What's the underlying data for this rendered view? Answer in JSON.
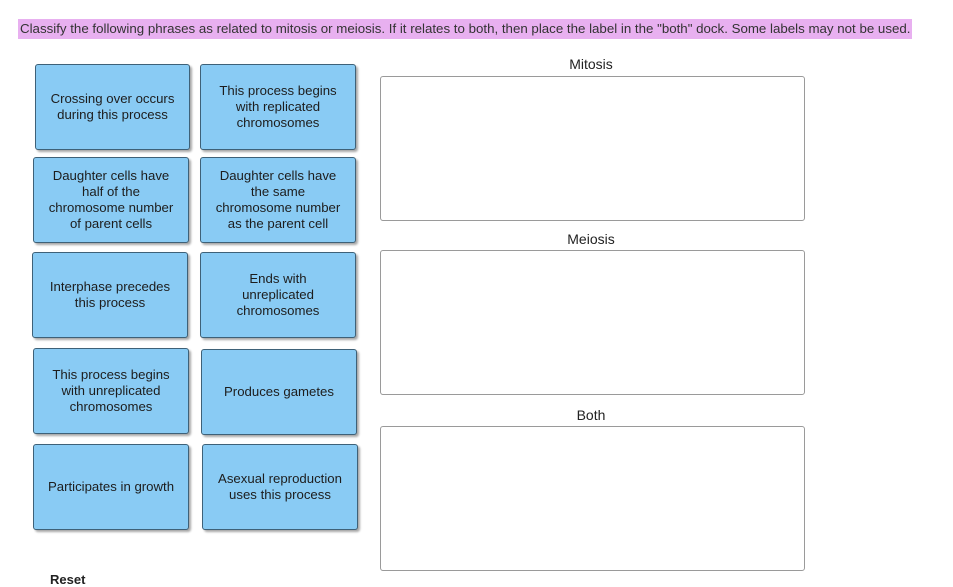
{
  "instruction": "Classify the following phrases as related to mitosis or meiosis. If it relates to both, then place the label in the \"both\" dock. Some labels may not be used.",
  "labels": [
    "Crossing over occurs\nduring this process",
    "This process begins\nwith replicated\nchromosomes",
    "Daughter cells have\nhalf of the\nchromosome number\nof parent cells",
    "Daughter cells have\nthe same\nchromosome number\nas the parent cell",
    "Interphase precedes\nthis process",
    "Ends with\nunreplicated\nchromosomes",
    "This process begins\nwith unreplicated\nchromosomes",
    "Produces gametes",
    "Participates in growth",
    "Asexual reproduction\nuses this process"
  ],
  "docks": {
    "mitosis": "Mitosis",
    "meiosis": "Meiosis",
    "both": "Both"
  },
  "reset_label": "Reset",
  "colors": {
    "label_fill": "#89cbf4",
    "instruction_highlight": "#e8b0f0"
  }
}
